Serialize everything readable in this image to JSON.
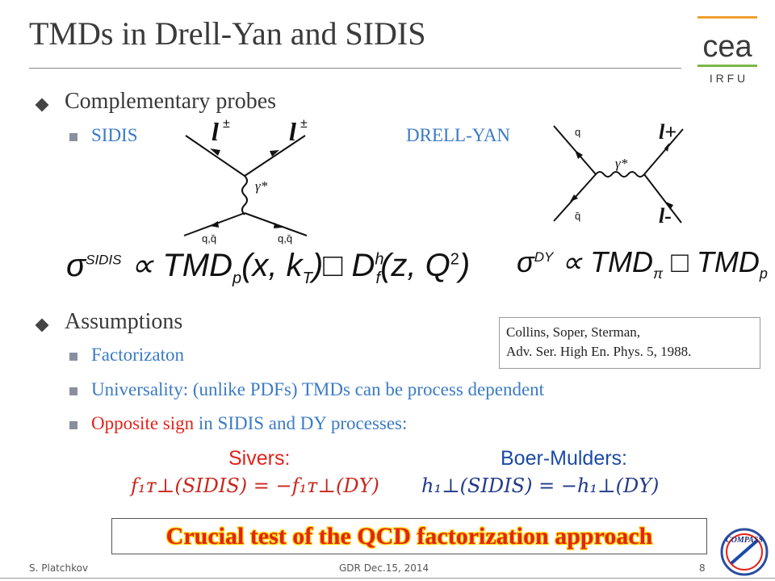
{
  "slide": {
    "title": "TMDs in Drell-Yan and SIDIS",
    "logo": {
      "name": "cea",
      "sub": "I R F U"
    },
    "bullets": {
      "probes": "Complementary probes",
      "sidis": "SIDIS",
      "drellyan": "DRELL-YAN",
      "assumptions": "Assumptions",
      "factorization": "Factorizaton",
      "universality": "Universality: (unlike PDFs) TMDs can be process dependent",
      "opposite_red": "Opposite sign",
      "opposite_rest": " in SIDIS and DY processes:"
    },
    "sidis_diagram": {
      "lepton_in": "l",
      "lepton_out": "l",
      "pm": "±",
      "photon": "γ*",
      "quark_in": "q,q̄",
      "quark_out": "q,q̄"
    },
    "dy_diagram": {
      "quark": "q",
      "antiquark": "q̄",
      "photon": "γ*",
      "lepton_plus": "l+",
      "lepton_minus": "l-"
    },
    "formula_sidis": {
      "sigma": "σ",
      "sup": "SIDIS",
      "body": " ∝ TMD",
      "sub_p": "p",
      "args": "(x, k",
      "sub_T": "T",
      "close": ")",
      "box": "□",
      "D": " D",
      "sup_h": "h",
      "sub_f": "f",
      "zq": "(z, Q",
      "sq2": "2",
      "end": ")"
    },
    "formula_dy": {
      "sigma": "σ",
      "sup": "DY",
      "body": " ∝ TMD",
      "sub_pi": "π",
      "box": " □ ",
      "tmd2": "TMD",
      "sub_p": "p"
    },
    "reference": {
      "line1": "Collins, Soper, Sterman,",
      "line2": "Adv. Ser. High En. Phys. 5, 1988."
    },
    "sivers": {
      "label": "Sivers:",
      "relation": "f₁ᴛ⊥(SIDIS) = −f₁ᴛ⊥(DY)"
    },
    "boer_mulders": {
      "label": "Boer-Mulders:",
      "relation": "h₁⊥(SIDIS) = −h₁⊥(DY)"
    },
    "conclusion": "Crucial test of the QCD factorization approach",
    "footer": {
      "author": "S. Platchkov",
      "event": "GDR Dec.15, 2014",
      "page": "8"
    },
    "compass_logo": "COMPASS"
  },
  "colors": {
    "accent_blue": "#3b7bc4",
    "red": "#e2231a",
    "highlight": "#ffd400",
    "logo_orange": "#f0a030",
    "logo_green": "#7ab648"
  }
}
